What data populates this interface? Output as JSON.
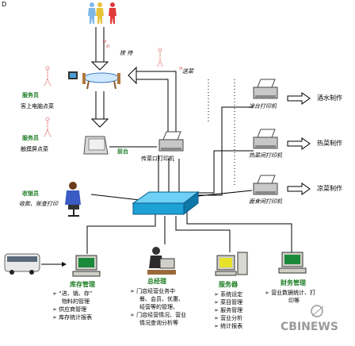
{
  "corner": "D",
  "labels": {
    "call": "接 待",
    "order": "送菜",
    "service_staff_1": "服务员",
    "service_staff_1_desc": "客上电脑点菜",
    "service_staff_2": "服务员",
    "service_staff_2_desc": "触摸屏点菜",
    "front_desk": "前台",
    "cashier_printer": "传菜口打印机",
    "cashier": "收银员",
    "cashier_desc": "收款、账查打印",
    "cold_printer": "凉台打印机",
    "hot_printer": "热菜间打印机",
    "snack_printer": "面食间打印机"
  },
  "outputs": [
    "酒水制作",
    "热菜制作",
    "凉菜制作"
  ],
  "departments": [
    {
      "title": "库存管理",
      "items": [
        "“进、销、存”",
        "物料的管理",
        "供应商管理",
        "库存统计报表"
      ]
    },
    {
      "title": "总经理",
      "items": [
        "门店经营业务中",
        "餐、会员、优惠、",
        "经营等的管理、",
        "门店经营情况、营业",
        "情况查询分析等"
      ]
    },
    {
      "title": "服务器",
      "items": [
        "系统设定",
        "菜目管理",
        "服务管理",
        "营业分析",
        "统计报表"
      ]
    },
    {
      "title": "财务管理",
      "items": [
        "营业数据统计、打",
        "印等"
      ]
    }
  ],
  "watermark": "CBINEWS",
  "colors": {
    "green_label": "#1c7d22",
    "blue_label": "#0000aa",
    "hub": "#1ea1d6"
  }
}
